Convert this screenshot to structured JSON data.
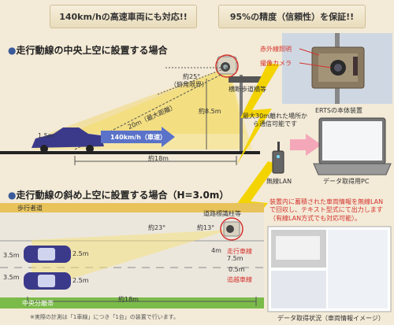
{
  "banners": {
    "left": "140km/hの高速車両にも対応!!",
    "right": "95%の精度（信頼性）を保証!!"
  },
  "section1": {
    "title": "走行動線の中央上空に設置する場合",
    "angle": "約25°",
    "angle_note": "（俯角限界）",
    "bridge": "横断歩道橋等",
    "distance": "20m（最大距離）",
    "height": "約8.5m",
    "car_height": "1.5m",
    "speed_label": "140km/h（車速）",
    "length": "約18m"
  },
  "device": {
    "infrared": "赤外線照明",
    "camera": "撮像カメラ",
    "caption": "ERTSの本体装置"
  },
  "comm": {
    "range": "最大30m離れた場所から通信可能です",
    "wireless": "無線LAN",
    "pc": "データ取得用PC"
  },
  "section2": {
    "title": "走行動線の斜め上空に設置する場合（H=3.0m）",
    "road_sign": "道路標識柱等",
    "sidewalk": "歩行者道",
    "angle1": "約23°",
    "angle2": "約13°",
    "lane_width1": "3.5m",
    "lane_width2": "3.5m",
    "offset1": "2.5m",
    "offset2": "2.5m",
    "pole_height": "4m",
    "dist_75": "7.5m",
    "dist_05": "0.5m",
    "lane_running": "走行車線",
    "lane_passing": "追越車線",
    "median": "中央分離帯",
    "length": "約18m",
    "footnote": "※実際の計測は「1車線」につき「1台」の装置で行います。"
  },
  "info": {
    "text": "装置内に蓄積された車両情報を無線LANで回収し、テキスト型式にて出力します（有線LAN方式でも対応可能）。",
    "screenshot_caption": "データ取得状況（車両情報イメージ）"
  }
}
